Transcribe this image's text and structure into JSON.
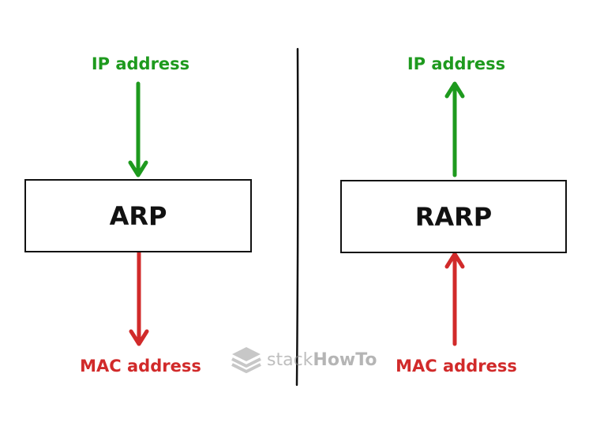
{
  "arp": {
    "box_label": "ARP",
    "top_label": "IP address",
    "bottom_label": "MAC address"
  },
  "rarp": {
    "box_label": "RARP",
    "top_label": "IP address",
    "bottom_label": "MAC address"
  },
  "watermark": {
    "prefix": "stack",
    "suffix": "HowTo"
  },
  "colors": {
    "ip_address": "#1e9a1e",
    "mac_address": "#d12a2a",
    "outline": "#111111",
    "watermark": "#8a8a8a"
  }
}
